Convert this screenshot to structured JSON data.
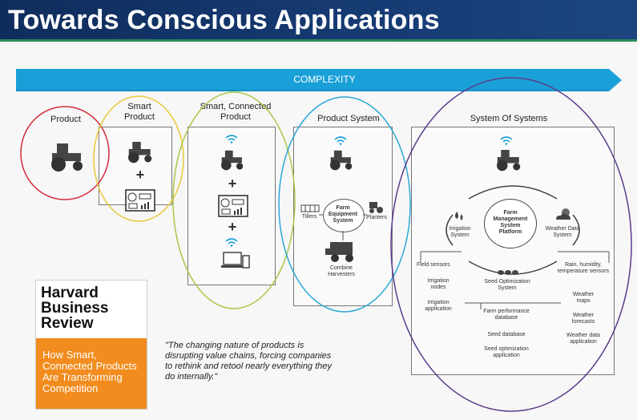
{
  "slide": {
    "title": "Towards Conscious Applications",
    "complexity_label": "COMPLEXITY",
    "stages": {
      "product": "Product",
      "smart_product": "Smart\nProduct",
      "smart_connected": "Smart, Connected\nProduct",
      "product_system": "Product System",
      "system_of_systems": "System Of Systems"
    },
    "product_system": {
      "tillers": "Tillers",
      "farm_equipment": "Farm\nEquipment\nSystem",
      "planters": "Planters",
      "combine": "Combine\nHarvesters"
    },
    "sos": {
      "platform": "Farm\nManagement\nSystem\nPlatform",
      "irrigation": "Irrigation\nSystem",
      "weather": "Weather Data\nSystem",
      "seed": "Seed Optimization\nSystem",
      "field_sensors": "Field sensors",
      "irrigation_nodes": "Irrigation\nnodes",
      "irrigation_application": "Irrigation\napplication",
      "rain": "Rain, humidity,\ntemperature sensors",
      "weather_maps": "Weather\nmaps",
      "weather_forecasts": "Weather\nforecasts",
      "weather_app": "Weather data\napplication",
      "farm_perf": "Farm performance\ndatabase",
      "seed_db": "Seed database",
      "seed_app": "Seed optimization\napplication"
    },
    "hbr": {
      "name": "Harvard\nBusiness\nReview",
      "article": "How Smart,\nConnected Products\nAre Transforming\nCompetition"
    },
    "quote": "\"The changing nature of products is disrupting value chains, forcing companies to rethink and retool nearly everything they do internally.\""
  },
  "colors": {
    "accent_blue": "#1aa0d8",
    "red": "#d42a3a",
    "yellow": "#e8c93a",
    "olive": "#a8c84a",
    "cyan": "#2aa8d8",
    "purple": "#5a3c8c",
    "orange": "#f28c1e"
  }
}
